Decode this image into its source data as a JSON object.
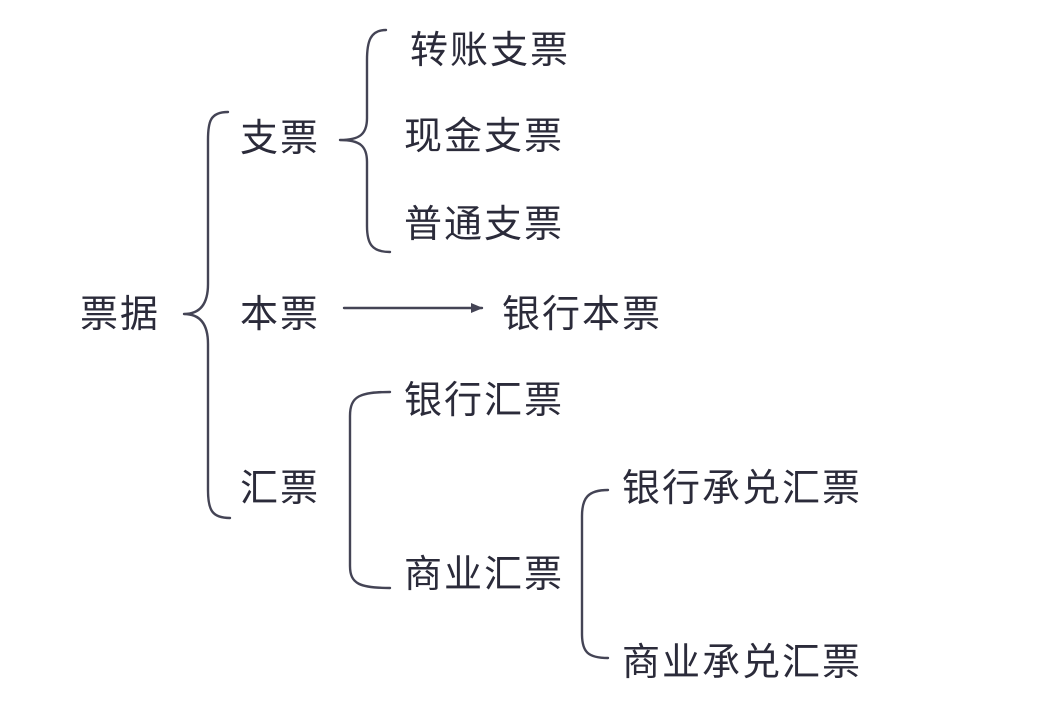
{
  "diagram": {
    "root": "票据",
    "check": {
      "label": "支票",
      "children": [
        "转账支票",
        "现金支票",
        "普通支票"
      ]
    },
    "promissory": {
      "label": "本票",
      "child": "银行本票"
    },
    "draft": {
      "label": "汇票",
      "bank": "银行汇票",
      "commercial": {
        "label": "商业汇票",
        "children": [
          "银行承兑汇票",
          "商业承兑汇票"
        ]
      }
    }
  }
}
